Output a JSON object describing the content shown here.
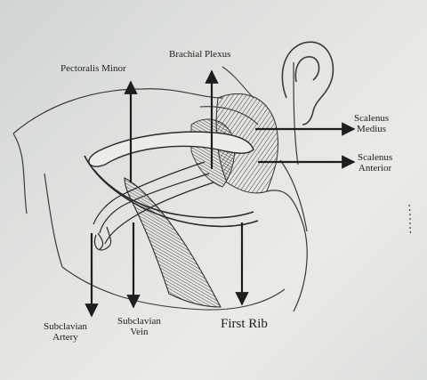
{
  "figure": {
    "labels": {
      "brachial_plexus": "Brachial Plexus",
      "pectoralis_minor": "Pectoralis Minor",
      "scalenus_medius": [
        "Scalenus",
        "Medius"
      ],
      "scalenus_anterior": [
        "Scalenus",
        "Anterior"
      ],
      "subclavian_artery": [
        "Subclavian",
        "Artery"
      ],
      "subclavian_vein": [
        "Subclavian",
        "Vein"
      ],
      "first_rib": "First Rib"
    }
  },
  "colors": {
    "ink": "#1e1e1e",
    "sketch": "#3a3a3a",
    "paper": "#e3e5e1"
  }
}
